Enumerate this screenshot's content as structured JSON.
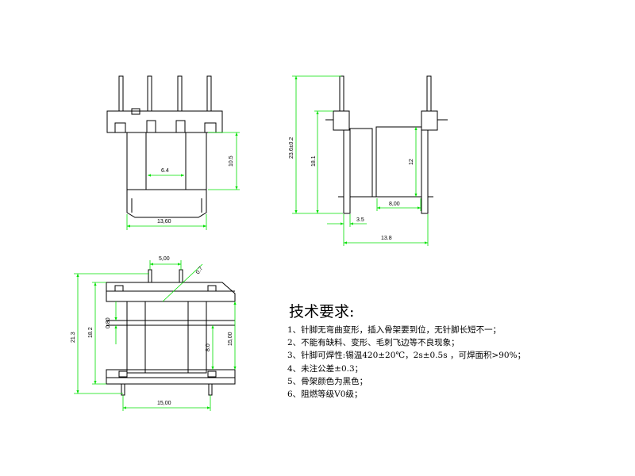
{
  "colors": {
    "outline": "#000000",
    "dimension": "#00e000",
    "accent": "#ffffff"
  },
  "front_view": {
    "dim_width_inner": "6.4",
    "dim_height": "10.5",
    "dim_width_outer": "13,60"
  },
  "side_view": {
    "dim_total_height": "23.6±0.2",
    "dim_body_height": "18.1",
    "dim_inner_height": "12",
    "dim_inner_width": "8,00",
    "dim_pin_offset": "3.5",
    "dim_total_width": "13.8"
  },
  "top_view": {
    "dim_pin_pitch": "5,00",
    "dim_pin_dia": "0.7",
    "dim_overall_height": "21.3",
    "dim_flange_height": "18.2",
    "dim_flange_thickness": "0.80",
    "dim_height_right": "15,00",
    "dim_core_height": "8.0",
    "dim_width": "15,00"
  },
  "requirements": {
    "title": "技术要求:",
    "items": [
      "1、针脚无弯曲变形，插入骨架要到位，无针脚长短不一；",
      "2、不能有缺料、变形、毛刺飞边等不良现象；",
      "3、针脚可焊性:锡温420±20℃，2s±0.5s ，可焊面积>90%；",
      "4、未注公差±0.3；",
      "5、骨架颜色为黑色；",
      "6、阻燃等级V0级；"
    ]
  }
}
